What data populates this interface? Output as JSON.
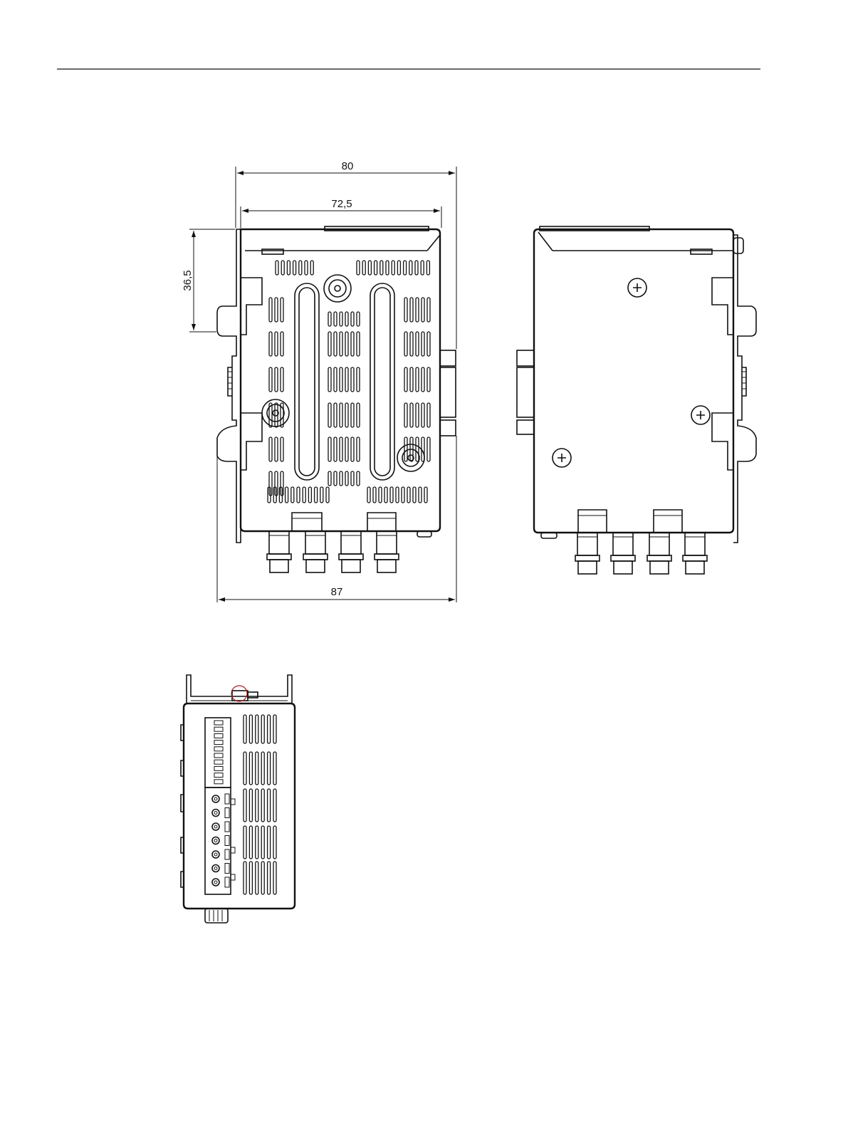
{
  "header_rule": true,
  "dimensions": {
    "width_overall": "80",
    "width_body": "72,5",
    "height_rail": "36,5",
    "depth_overall": "87"
  },
  "views": [
    "front-view",
    "rear-view",
    "top-view"
  ],
  "colors": {
    "line": "#111111",
    "background": "#ffffff",
    "accent": "#b02020"
  }
}
